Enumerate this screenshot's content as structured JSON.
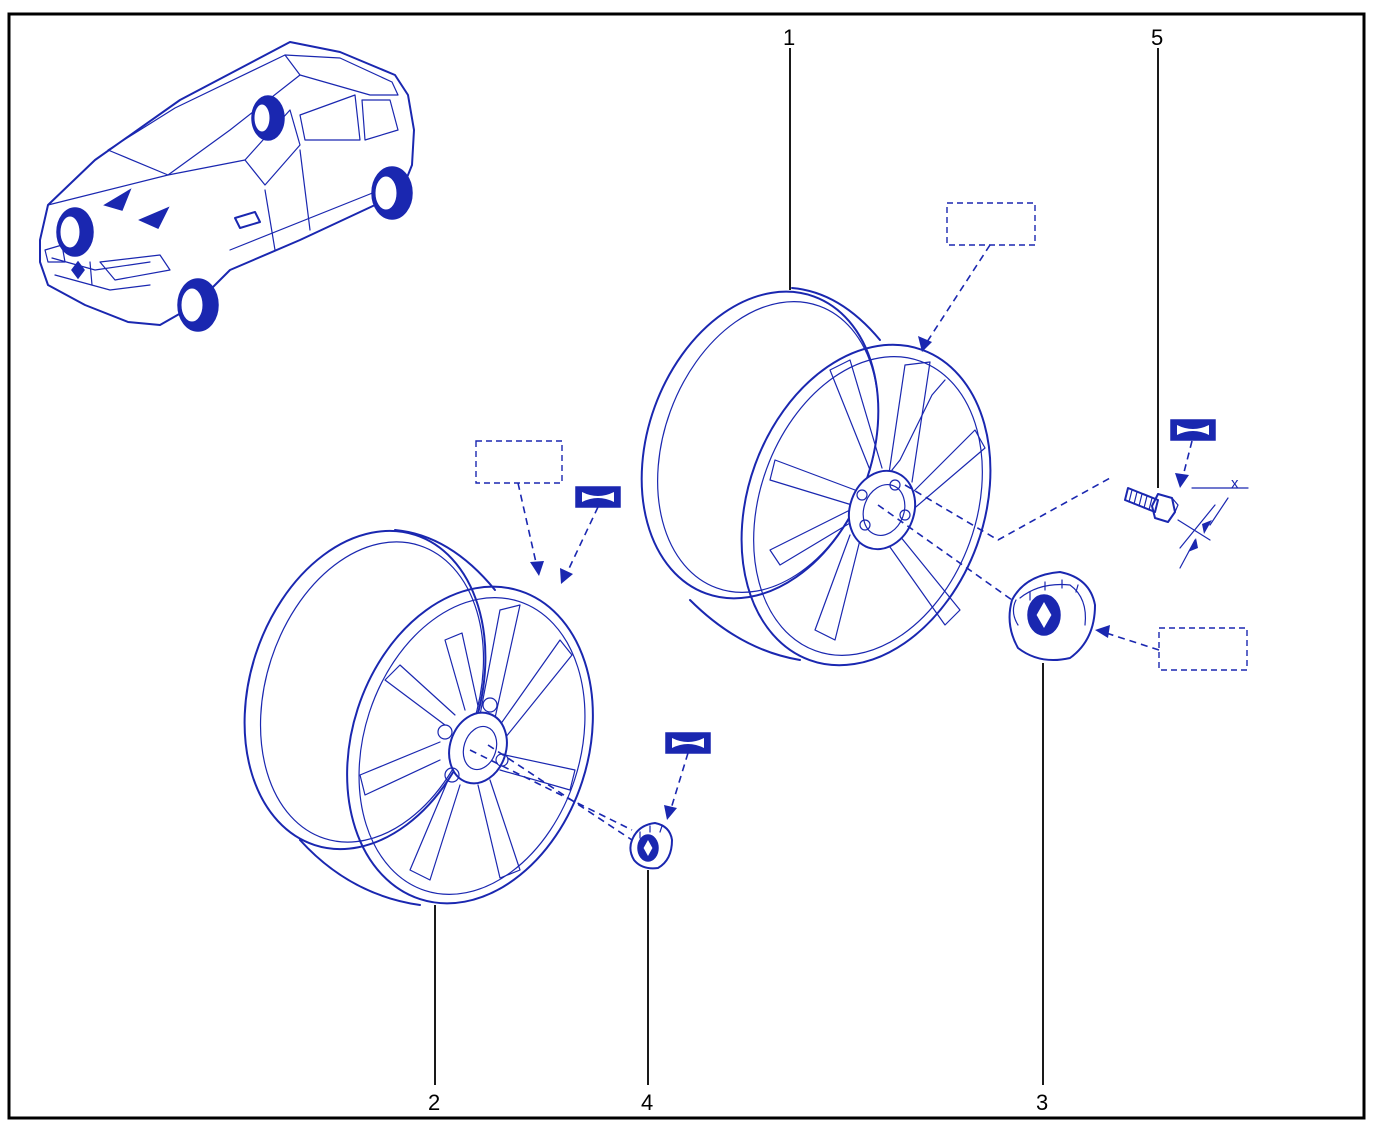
{
  "diagram": {
    "callouts": {
      "c1": "1",
      "c2": "2",
      "c3": "3",
      "c4": "4",
      "c5": "5"
    },
    "dimension_label": "x",
    "colors": {
      "ink": "#1a27b0",
      "frame": "#000000",
      "background": "#ffffff"
    },
    "icons": {
      "vehicle": "car-icon",
      "tightening-symbol": "torque-symbol-icon",
      "placeholder-box": "dashed-box-icon"
    }
  }
}
